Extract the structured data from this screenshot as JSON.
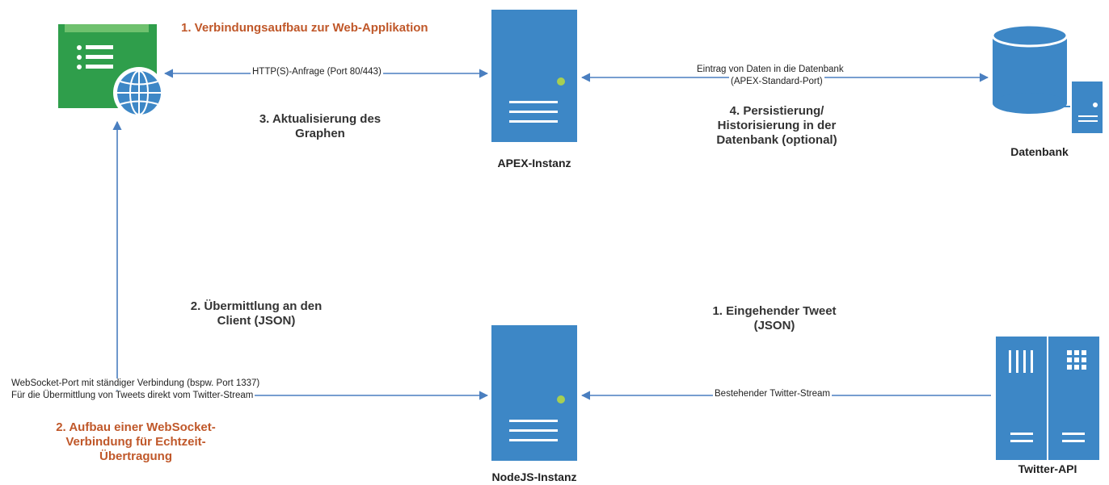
{
  "colors": {
    "primary_blue": "#3d87c6",
    "browser_green": "#2f9e4b",
    "accent_green": "#a7cf52",
    "arrow": "#4a7fc0",
    "orange_text": "#c0582a",
    "dark_text": "#333333"
  },
  "nodes": {
    "browser": {
      "icon": "web-application-icon"
    },
    "apex": {
      "label": "APEX-Instanz",
      "icon": "server-icon"
    },
    "database": {
      "label": "Datenbank",
      "icon": "database-icon"
    },
    "nodejs": {
      "label": "NodeJS-Instanz",
      "icon": "server-icon"
    },
    "twitter": {
      "label": "Twitter-API",
      "icon": "server-rack-icon"
    }
  },
  "edges": {
    "http_request": "HTTP(S)-Anfrage (Port 80/443)",
    "db_entry_line1": "Eintrag von Daten in die Datenbank",
    "db_entry_line2": "(APEX-Standard-Port)",
    "websocket_line1": "WebSocket-Port mit ständiger Verbindung (bspw. Port 1337)",
    "websocket_line2": "Für die Übermittlung von Tweets direkt vom Twitter-Stream",
    "twitter_stream": "Bestehender Twitter-Stream"
  },
  "steps": {
    "step1_web": "1. Verbindungsaufbau zur Web-Applikation",
    "step3_line1": "3. Aktualisierung des",
    "step3_line2": "Graphen",
    "step4_line1": "4. Persistierung/",
    "step4_line2": "Historisierung in der",
    "step4_line3": "Datenbank (optional)",
    "step2_client_line1": "2. Übermittlung an den",
    "step2_client_line2": "Client (JSON)",
    "step1_tweet_line1": "1. Eingehender Tweet",
    "step1_tweet_line2": "(JSON)",
    "step2_ws_line1": "2. Aufbau einer WebSocket-",
    "step2_ws_line2": "Verbindung für Echtzeit-",
    "step2_ws_line3": "Übertragung"
  }
}
